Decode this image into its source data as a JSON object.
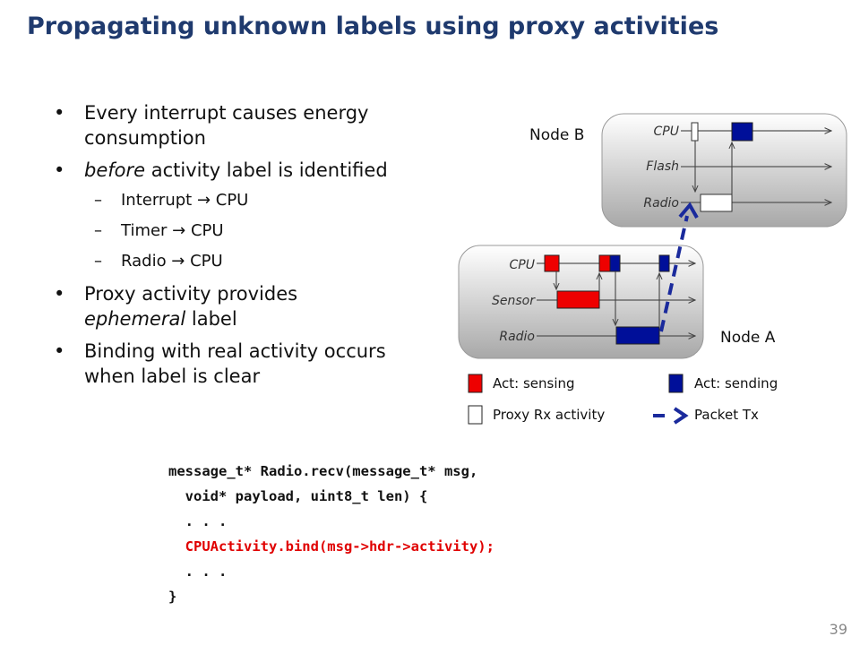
{
  "title": "Propagating unknown labels using proxy activities",
  "bullets": [
    {
      "level": 1,
      "parts": [
        {
          "text": "Every interrupt causes energy consumption",
          "italic": false
        }
      ]
    },
    {
      "level": 1,
      "parts": [
        {
          "text": "before",
          "italic": true
        },
        {
          "text": " activity label is identified",
          "italic": false
        }
      ]
    },
    {
      "level": 2,
      "parts": [
        {
          "text": "Interrupt → CPU",
          "italic": false
        }
      ]
    },
    {
      "level": 2,
      "parts": [
        {
          "text": "Timer → CPU",
          "italic": false
        }
      ]
    },
    {
      "level": 2,
      "parts": [
        {
          "text": "Radio → CPU",
          "italic": false
        }
      ]
    },
    {
      "level": 1,
      "parts": [
        {
          "text": "Proxy activity provides ",
          "italic": false
        },
        {
          "text": "ephemeral",
          "italic": true
        },
        {
          "text": " label",
          "italic": false
        }
      ]
    },
    {
      "level": 1,
      "parts": [
        {
          "text": "Binding with real activity occurs when label is clear",
          "italic": false
        }
      ]
    }
  ],
  "bullet_markers": {
    "level1": "•",
    "level2": "–"
  },
  "diagram": {
    "node_b": {
      "label": "Node B",
      "rows": [
        "CPU",
        "Flash",
        "Radio"
      ]
    },
    "node_a": {
      "label": "Node A",
      "rows": [
        "CPU",
        "Sensor",
        "Radio"
      ]
    },
    "legend": {
      "sensing": "Act: sensing",
      "sending": "Act: sending",
      "proxy": "Proxy Rx activity",
      "packet": "Packet Tx"
    }
  },
  "code": [
    {
      "text": "message_t* Radio.recv(message_t* msg,",
      "highlight": false
    },
    {
      "text": "  void* payload, uint8_t len) {",
      "highlight": false
    },
    {
      "text": "  . . .",
      "highlight": false
    },
    {
      "text": "  CPUActivity.bind(msg->hdr->activity);",
      "highlight": true
    },
    {
      "text": "  . . .",
      "highlight": false
    },
    {
      "text": "}",
      "highlight": false
    }
  ],
  "page_number": "39",
  "colors": {
    "title": "#1f3a6e",
    "sensing": "#ee0000",
    "sending": "#000f99",
    "packet": "#1a2a9c",
    "code_highlight": "#e00000"
  }
}
